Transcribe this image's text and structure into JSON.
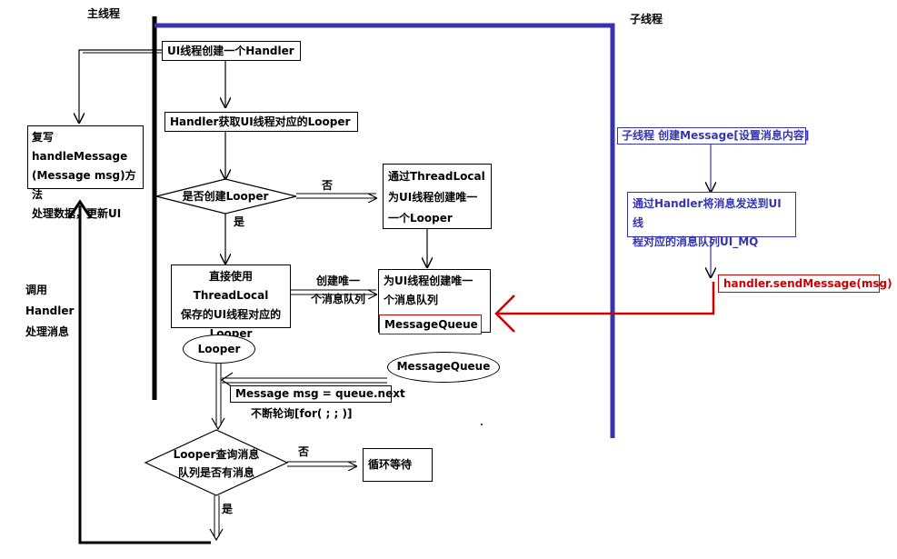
{
  "headings": {
    "main_thread": "主线程",
    "child_thread": "子线程"
  },
  "main": {
    "create_handler": "UI线程创建一个Handler",
    "get_looper": "Handler获取UI线程对应的Looper",
    "is_looper_created": "是否创建Looper",
    "no_label": "否",
    "yes_label": "是",
    "threadlocal_create": [
      "通过ThreadLocal",
      "为UI线程创建唯一",
      "一个Looper"
    ],
    "use_existing": [
      "直接使用ThreadLocal",
      "保存的UI线程对应的",
      "Looper"
    ],
    "create_unique": [
      "创建唯一",
      "个消息队列"
    ],
    "create_queue": [
      "为UI线程创建唯一",
      "个消息队列"
    ],
    "message_queue_label": "MessageQueue",
    "looper_node": "Looper",
    "message_queue_node": "MessageQueue",
    "queue_next": "Message msg = queue.next",
    "poll_loop": "不断轮询[for( ; ; )]",
    "query_queue": [
      "Looper查询消息",
      "队列是否有消息"
    ],
    "no_label_2": "否",
    "yes_label_2": "是",
    "wait_loop": "循环等待",
    "override_handle": [
      "复写handleMessage",
      "(Message msg)方法",
      "处理数据，更新UI"
    ],
    "call_handler": [
      "调用",
      "Handler",
      "处理消息"
    ]
  },
  "child": {
    "create_message": "子线程 创建Message[设置消息内容]",
    "send_via_handler": [
      "通过Handler将消息发送到UI线",
      "程对应的消息队列UI_MQ"
    ],
    "send_message_call": "handler.sendMessage(msg)"
  },
  "colors": {
    "thread_line": "#3434b0",
    "arrow_red": "#cc0000",
    "ink": "#000000"
  }
}
